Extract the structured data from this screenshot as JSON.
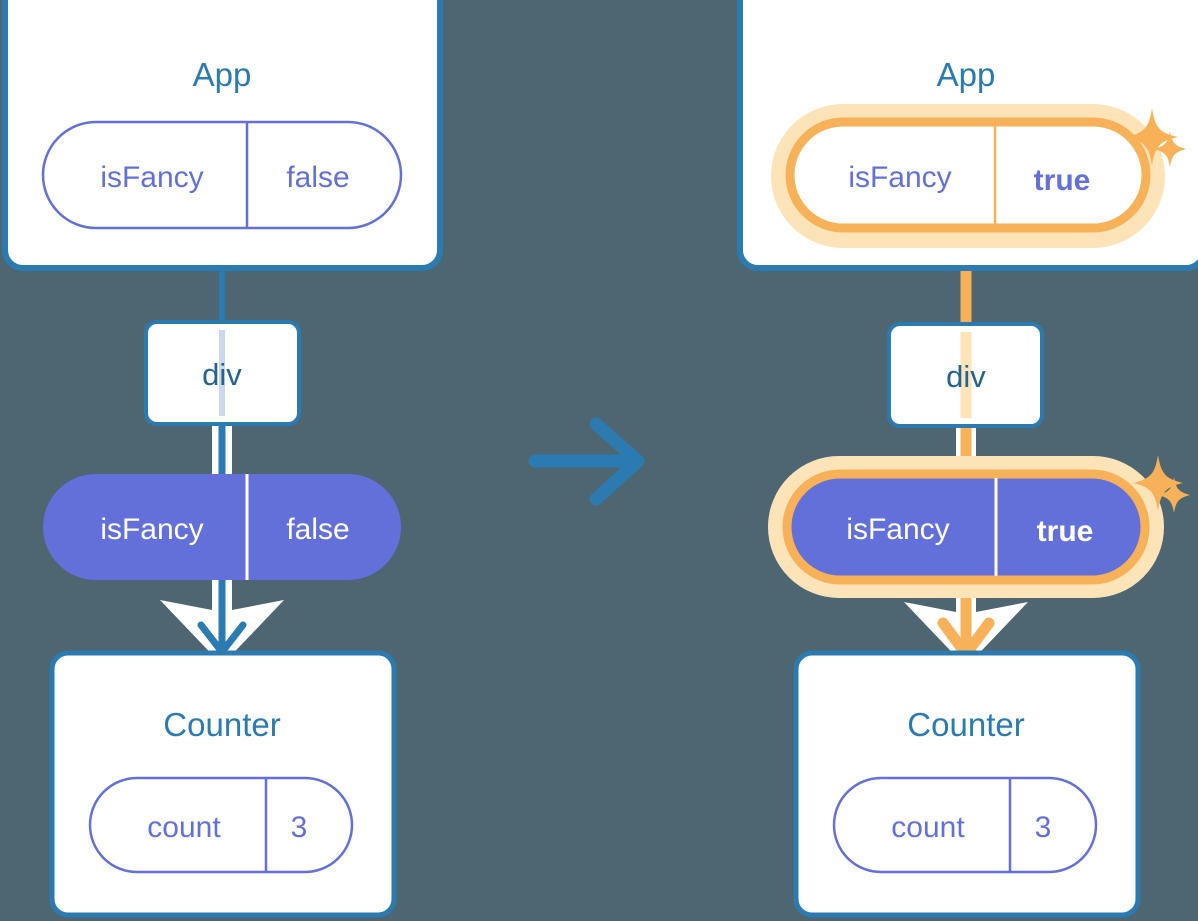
{
  "diagram": {
    "title_left": "App",
    "title_right": "App",
    "background_color": "#4d6671",
    "colors": {
      "box_border_blue": "#2b7bb0",
      "title_blue": "#2b7bb0",
      "node_blue": "#23638e",
      "pill_purple": "#6370d9",
      "pill_purple_fill": "#6370d9",
      "highlight_orange": "#f7b158",
      "highlight_glow": "#fde3b8",
      "pipe_white": "#ffffff",
      "arrow_blue": "#2b7bb0"
    },
    "transition_arrow": "arrow-right-icon"
  },
  "left": {
    "app_box": {
      "title": "App",
      "state_pill": {
        "key": "isFancy",
        "value": "false",
        "style": "outline",
        "highlighted": false
      }
    },
    "div_node": {
      "label": "div"
    },
    "prop_pill": {
      "key": "isFancy",
      "value": "false",
      "style": "solid",
      "highlighted": false
    },
    "counter_box": {
      "title": "Counter",
      "state_pill": {
        "key": "count",
        "value": "3",
        "style": "outline",
        "highlighted": false
      }
    }
  },
  "right": {
    "app_box": {
      "title": "App",
      "state_pill": {
        "key": "isFancy",
        "value": "true",
        "style": "outline",
        "highlighted": true
      }
    },
    "div_node": {
      "label": "div"
    },
    "prop_pill": {
      "key": "isFancy",
      "value": "true",
      "style": "solid",
      "highlighted": true
    },
    "counter_box": {
      "title": "Counter",
      "state_pill": {
        "key": "count",
        "value": "3",
        "style": "outline",
        "highlighted": false
      }
    },
    "sparkles": [
      {
        "name": "sparkle-large-top",
        "size": "large"
      },
      {
        "name": "sparkle-small-bottom",
        "size": "small"
      }
    ]
  }
}
